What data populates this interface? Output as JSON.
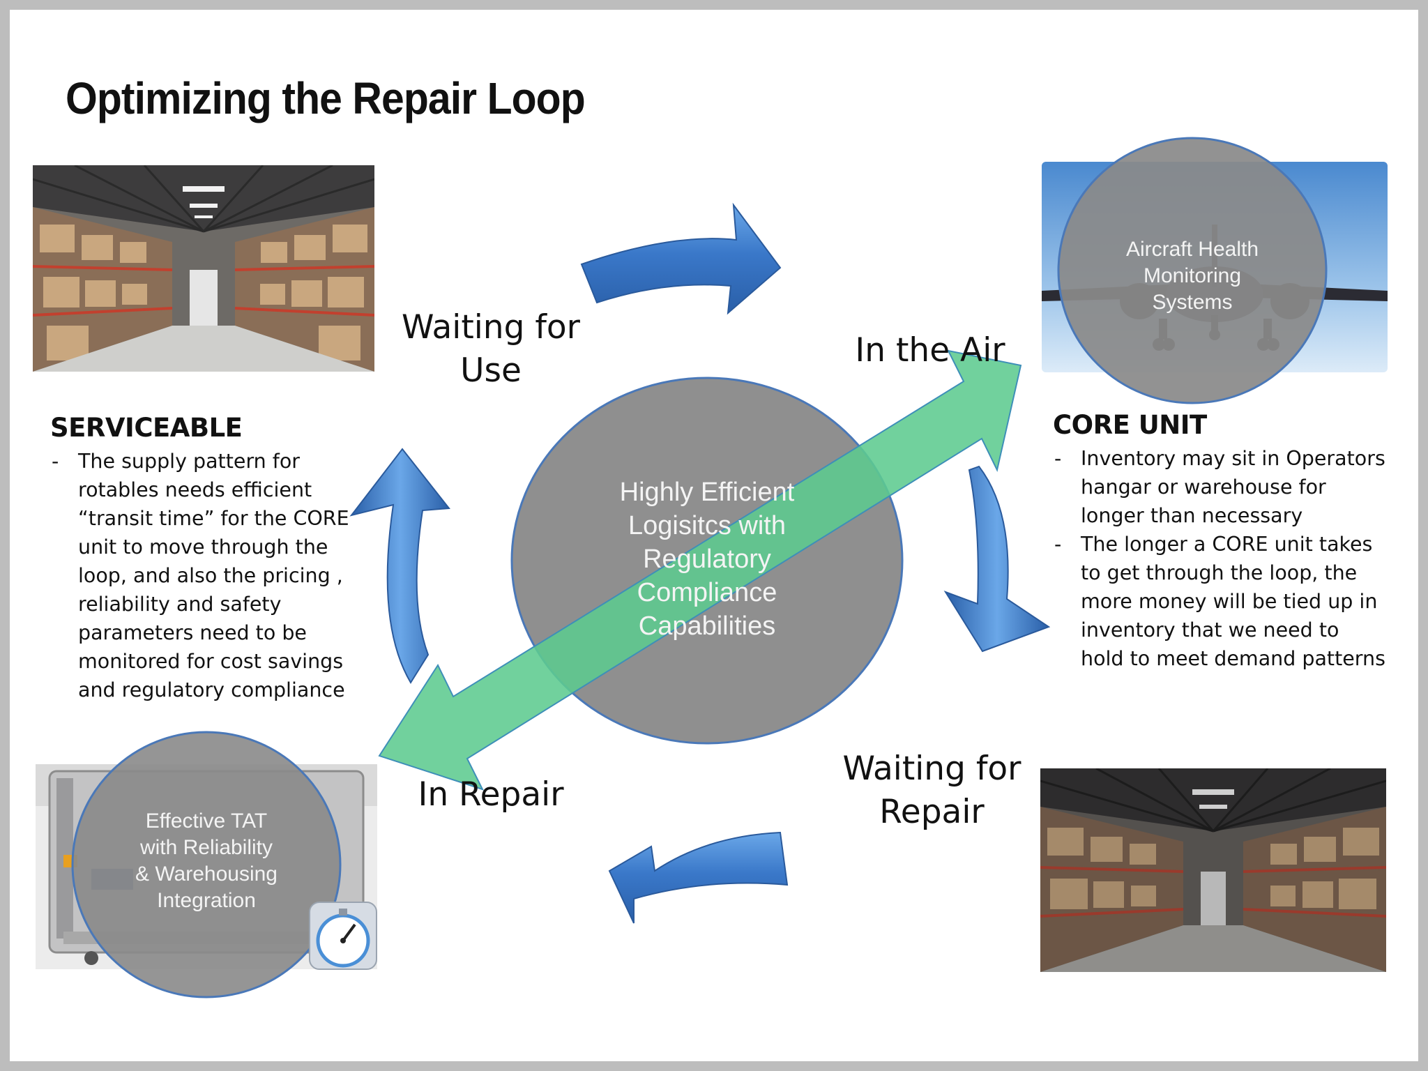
{
  "slide": {
    "title": "Optimizing the Repair Loop"
  },
  "stages": {
    "waiting_for_use": "Waiting for\nUse",
    "in_the_air": "In the Air",
    "waiting_for_repair": "Waiting for\nRepair",
    "in_repair": "In Repair"
  },
  "center_circle": {
    "text": "Highly Efficient\nLogisitcs with\nRegulatory\nCompliance\nCapabilities"
  },
  "top_right_circle": {
    "text": "Aircraft Health\nMonitoring\nSystems"
  },
  "bottom_left_circle": {
    "text": "Effective TAT\nwith Reliability\n& Warehousing\nIntegration"
  },
  "serviceable": {
    "heading": "SERVICEABLE",
    "bullets": [
      "The supply pattern for rotables needs efficient “transit time” for the CORE unit to move through the loop, and also the pricing , reliability and safety parameters need to be monitored for cost savings and regulatory compliance"
    ]
  },
  "core_unit": {
    "heading": "CORE UNIT",
    "bullets": [
      "Inventory may sit in Operators hangar or warehouse for longer than necessary",
      "The longer a CORE unit takes to get through the loop, the more money will be tied up in inventory that we need to hold to meet demand patterns"
    ]
  },
  "colors": {
    "blue_arrow": "#3a78c9",
    "green_arrow": "#5dcb90",
    "circle_fill": "#8a8a8a",
    "circle_stroke": "#4a78b8"
  },
  "icons": {
    "top_left_photo": "warehouse-photo",
    "top_right_photo": "airplane-photo",
    "bottom_left_photo": "repair-machine-photo",
    "bottom_right_photo": "warehouse-photo",
    "stopwatch": "stopwatch-icon"
  }
}
